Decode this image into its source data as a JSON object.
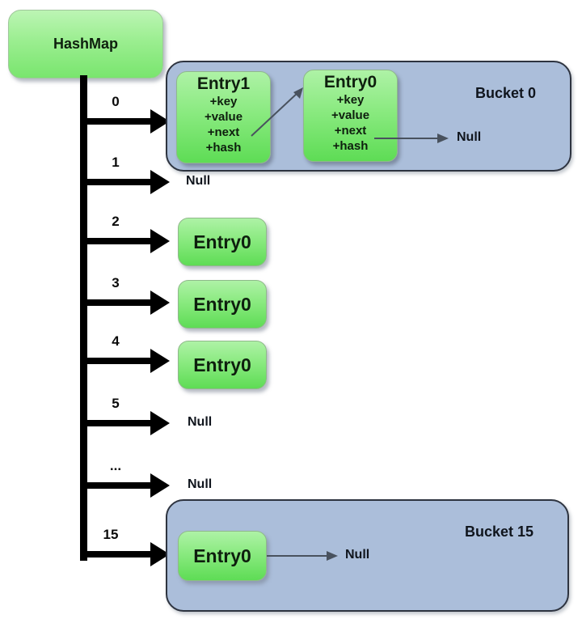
{
  "diagram": {
    "root_label": "HashMap",
    "rows": [
      {
        "label": "0"
      },
      {
        "label": "1",
        "target": "Null"
      },
      {
        "label": "2",
        "target": "Entry0"
      },
      {
        "label": "3",
        "target": "Entry0"
      },
      {
        "label": "4",
        "target": "Entry0"
      },
      {
        "label": "5",
        "target": "Null"
      },
      {
        "label": "...",
        "target": "Null"
      },
      {
        "label": "15"
      }
    ],
    "bucket0": {
      "title": "Bucket 0",
      "entry1": {
        "title": "Entry1",
        "fields": [
          "+key",
          "+value",
          "+next",
          "+hash"
        ]
      },
      "entry0": {
        "title": "Entry0",
        "fields": [
          "+key",
          "+value",
          "+next",
          "+hash"
        ]
      },
      "null_label": "Null"
    },
    "bucket15": {
      "title": "Bucket 15",
      "entry_title": "Entry0",
      "null_label": "Null"
    }
  },
  "colors": {
    "entry_green_top": "#aef2a6",
    "entry_green_bottom": "#5edc55",
    "bucket_blue": "#abbeda",
    "line_black": "#000000",
    "thin_arrow_gray": "#49525e"
  }
}
